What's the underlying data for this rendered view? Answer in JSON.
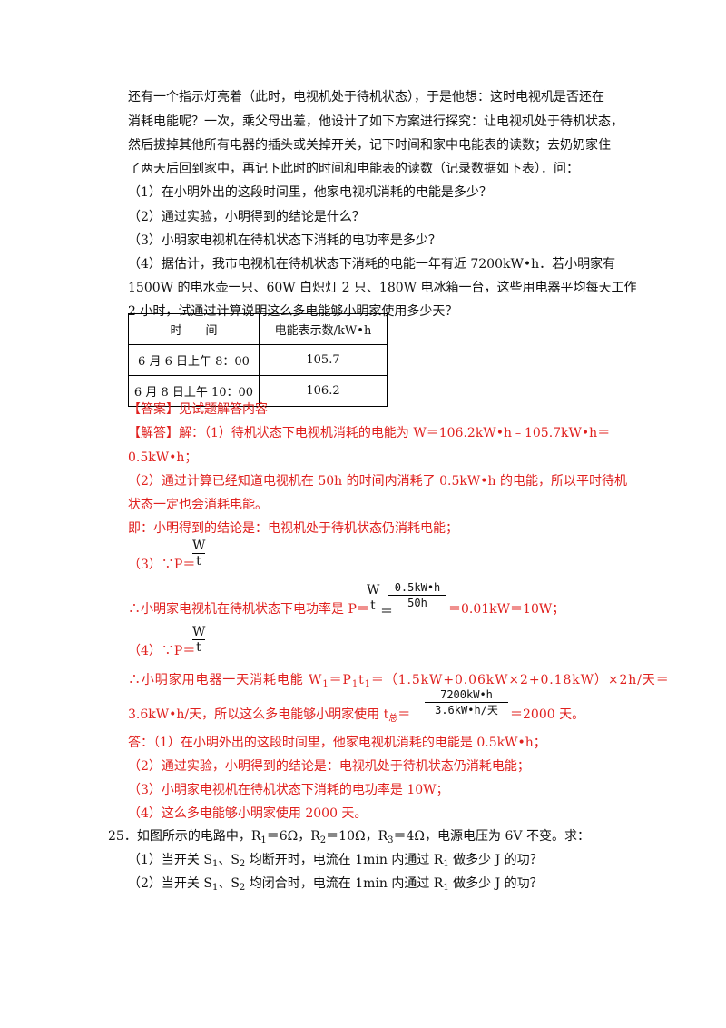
{
  "intro_lines": [
    "还有一个指示灯亮着（此时，电视机处于待机状态），于是他想：这时电视机是否还在",
    "消耗电能呢？一次，乘父母出差，他设计了如下方案进行探究：让电视机处于待机状态，",
    "然后拔掉其他所有电器的插头或关掉开关，记下时间和家中电能表的读数；去奶奶家住",
    "了两天后回到家中，再记下此时的时间和电能表的读数（记录数据如下表）．问："
  ],
  "questions": [
    "（1）在小明外出的这段时间里，他家电视机消耗的电能是多少？",
    "（2）通过实验，小明得到的结论是什么？",
    "（3）小明家电视机在待机状态下消耗的电功率是多少？",
    "（4）据估计，我市电视机在待机状态下消耗的电能一年有近 7200kW•h．若小明家有",
    "1500W 的电水壶一只、60W 白炽灯 2 只、180W 电冰箱一台，这些用电器平均每天工作",
    "2 小时，试通过计算说明这么多电能够小明家使用多少天？"
  ],
  "table": {
    "headers": [
      "时　　间",
      "电能表示数/kW•h"
    ],
    "rows": [
      [
        "6 月 6 日上午 8：00",
        "105.7"
      ],
      [
        "6 月 8 日上午 10：00",
        "106.2"
      ]
    ]
  },
  "answer": {
    "label": "【答案】见试题解答内容",
    "sol_1a": "【解答】解：（1）待机状态下电视机消耗的电能为 W＝106.2kW•h﹣105.7kW•h＝",
    "sol_1b": "0.5kW•h；",
    "sol_2a": "（2）通过计算已经知道电视机在 50h 的时间内消耗了 0.5kW•h 的电能，所以平时待机",
    "sol_2b": "状态一定也会消耗电能。",
    "sol_2c": "即：小明得到的结论是：电视机处于待机状态仍消耗电能；",
    "sol_3a": "（3）∵P＝",
    "frac_W": "W",
    "frac_t": "t",
    "sol_3b": "∴小明家电视机在待机状态下电功率是 P＝",
    "frac_num_1": "0.5kW•h",
    "frac_den_1": "50h",
    "sol_3c": "＝0.01kW＝10W；",
    "sol_4a": "（4）∵P＝",
    "sol_4b_pre": "∴小明家用电器一天消耗电能 W",
    "sol_4b_mid": "＝P",
    "sol_4b_mid2": "t",
    "sol_4b_post": "＝（1.5kW+0.06kW×2+0.18kW）×2h/天＝",
    "sub_1": "1",
    "sol_4c": "3.6kW•h/天，所以这么多电能够小明家使用 t",
    "sub_total": "总",
    "frac_num_2": "7200kW•h",
    "frac_den_2": "3.6kW•h/天",
    "sol_4d": "＝2000 天。",
    "final_1": "答：（1）在小明外出的这段时间里，他家电视机消耗的电能是 0.5kW•h；",
    "final_2": "（2）通过实验，小明得到的结论是：电视机处于待机状态仍消耗电能；",
    "final_3": "（3）小明家电视机在待机状态下消耗的电功率是 10W；",
    "final_4": "（4）这么多电能够小明家使用 2000 天。"
  },
  "q25": {
    "line1_pre": "25．如图所示的电路中，R",
    "s1": "1",
    "line1_a": "＝6Ω，R",
    "s2": "2",
    "line1_b": "＝10Ω，R",
    "s3": "3",
    "line1_c": "＝4Ω，电源电压为 6V 不变。求：",
    "q1_pre": "（1）当开关 S",
    "q_mid": "、S",
    "q1_post": " 均断开时，电流在 1min 内通过 R",
    "q_end": " 做多少 J 的功？",
    "q2_pre": "（2）当开关 S",
    "q2_post": " 均闭合时，电流在 1min 内通过 R"
  }
}
